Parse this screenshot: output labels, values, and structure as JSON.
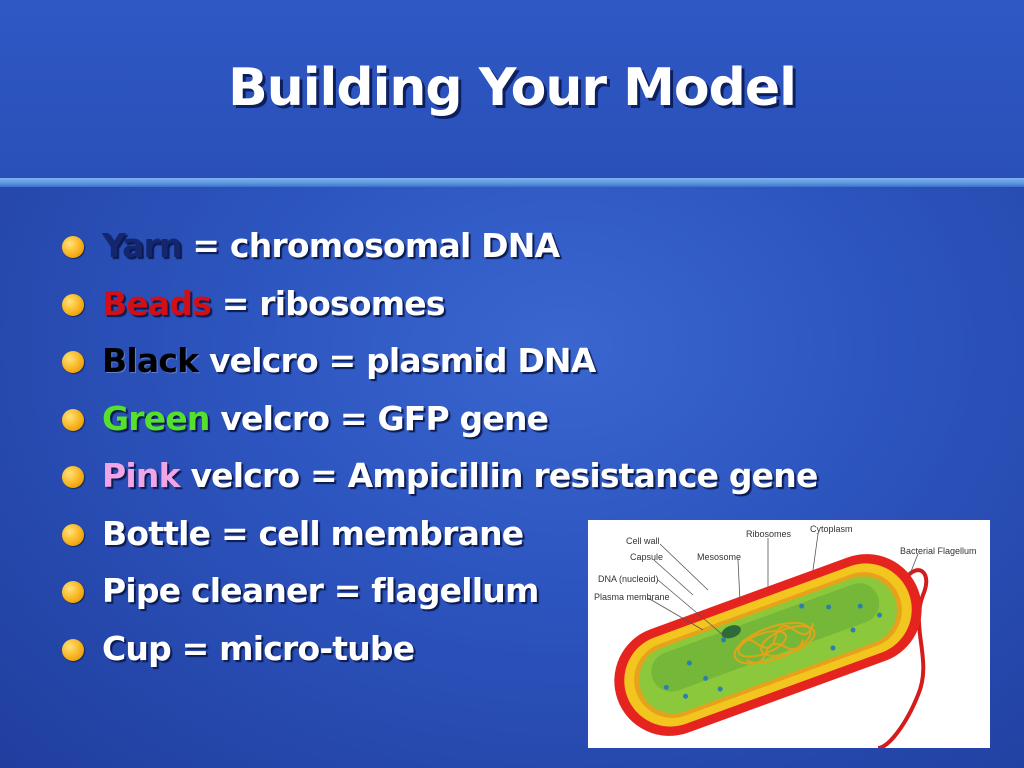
{
  "slide": {
    "title": "Building Your Model",
    "bullets": [
      {
        "keyword": "Yarn",
        "rest": " = chromosomal DNA"
      },
      {
        "keyword": "Beads",
        "rest": " = ribosomes"
      },
      {
        "keyword": "Black",
        "rest": " velcro = plasmid DNA"
      },
      {
        "keyword": "Green",
        "rest": " velcro = GFP gene"
      },
      {
        "keyword": "Pink",
        "rest": " velcro = Ampicillin resistance gene"
      },
      {
        "text": "Bottle = cell membrane"
      },
      {
        "text": "Pipe cleaner = flagellum"
      },
      {
        "text": "Cup = micro-tube"
      }
    ]
  },
  "diagram": {
    "labels": {
      "cell_wall": "Cell wall",
      "capsule": "Capsule",
      "mesosome": "Mesosome",
      "dna": "DNA (nucleoid)",
      "plasma_membrane": "Plasma membrane",
      "ribosomes": "Ribosomes",
      "cytoplasm": "Cytoplasm",
      "flagellum": "Bacterial Flagellum"
    }
  },
  "colors": {
    "background": "#2d55bf",
    "title_text": "#ffffff",
    "bullet_dot": "#f7b21b",
    "yarn": "#14276e",
    "beads": "#d10f17",
    "black": "#000000",
    "green": "#54e02c",
    "pink": "#f0a6e6"
  }
}
